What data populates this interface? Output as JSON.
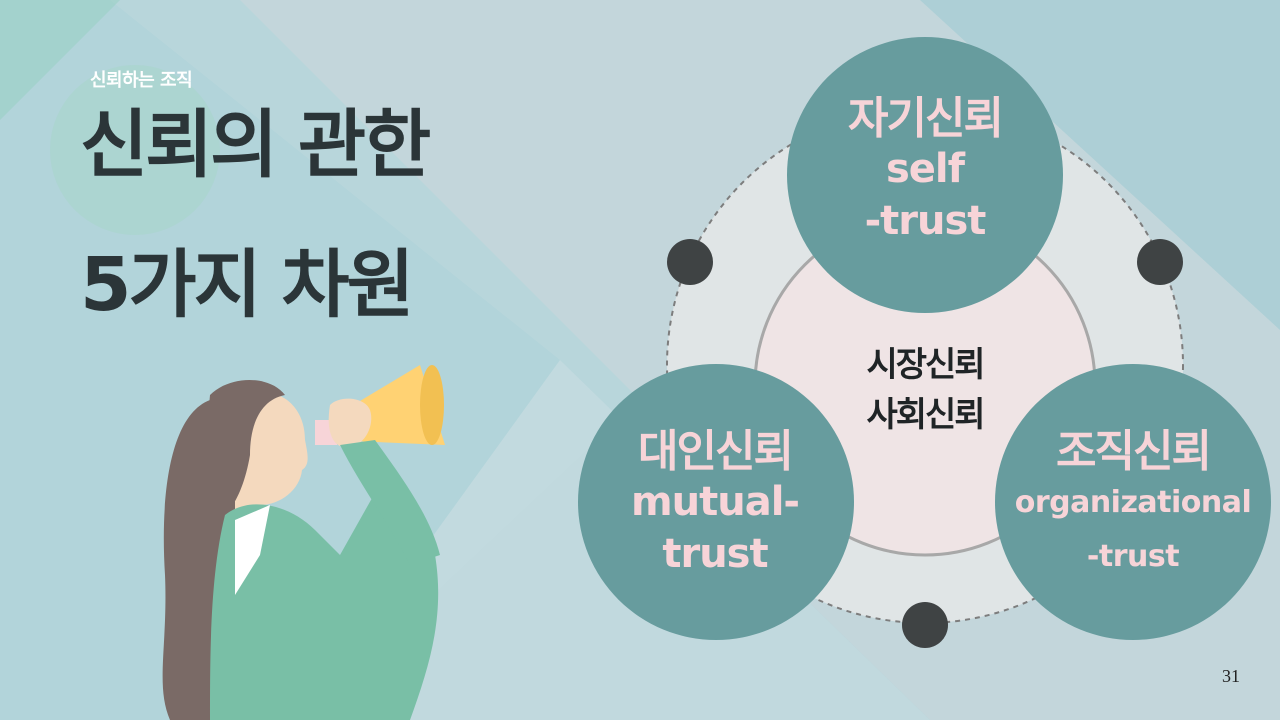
{
  "slide": {
    "subtitle": "신뢰하는 조직",
    "title_line1": "신뢰의 관한",
    "title_line2": "5가지 차원",
    "page_number": "31"
  },
  "diagram": {
    "center_line1": "시장신뢰",
    "center_line2": "사회신뢰",
    "circles": [
      {
        "ko": "자기신뢰",
        "en1": "self",
        "en2": "-trust"
      },
      {
        "ko": "대인신뢰",
        "en1": "mutual-",
        "en2": "trust"
      },
      {
        "ko": "조직신뢰",
        "en1": "organizational",
        "en2": "-trust"
      }
    ]
  },
  "colors": {
    "background": "#adcfd6",
    "circle_fill": "#679c9e",
    "circle_text": "#f7d4d8",
    "title": "#2b3538",
    "dot": "#3f4344"
  },
  "illustration": "woman-with-megaphone"
}
